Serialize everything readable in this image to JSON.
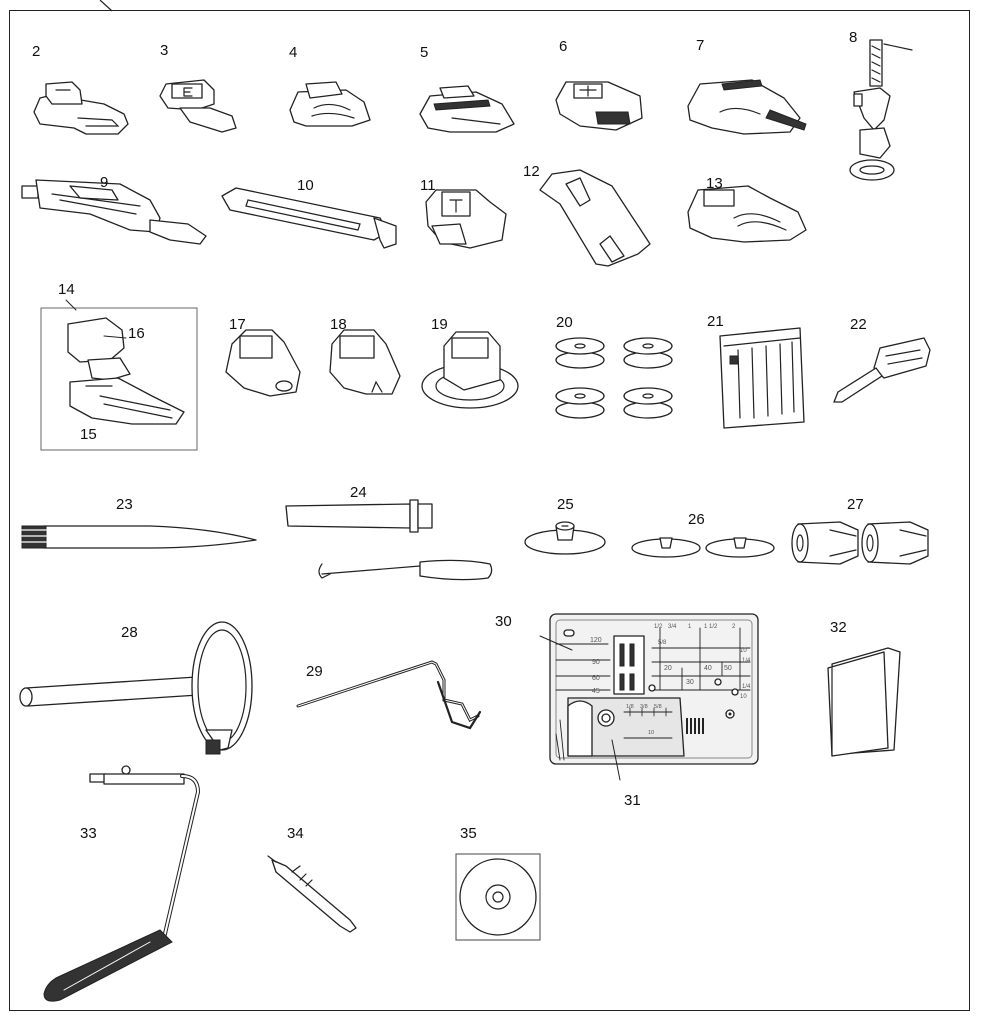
{
  "labels": {
    "n2": "2",
    "n3": "3",
    "n4": "4",
    "n5": "5",
    "n6": "6",
    "n7": "7",
    "n8": "8",
    "n9": "9",
    "n10": "10",
    "n11": "11",
    "n12": "12",
    "n13": "13",
    "n14": "14",
    "n15": "15",
    "n16": "16",
    "n17": "17",
    "n18": "18",
    "n19": "19",
    "n20": "20",
    "n21": "21",
    "n22": "22",
    "n23": "23",
    "n24": "24",
    "n25": "25",
    "n26": "26",
    "n27": "27",
    "n28": "28",
    "n29": "29",
    "n30": "30",
    "n31": "31",
    "n32": "32",
    "n33": "33",
    "n34": "34",
    "n35": "35"
  },
  "needle_plate_marks": {
    "left_scale": [
      "120",
      "90",
      "60",
      "45"
    ],
    "inch_top": [
      "1/2",
      "3/4",
      "1",
      "1 1/2",
      "2"
    ],
    "inch_side": [
      "5/8",
      "10",
      "1/4",
      "1/4",
      "10"
    ],
    "metric_row": [
      "20",
      "40",
      "50",
      "30"
    ],
    "cover_scale": [
      "1/8",
      "3/8",
      "5/8",
      "10"
    ]
  }
}
